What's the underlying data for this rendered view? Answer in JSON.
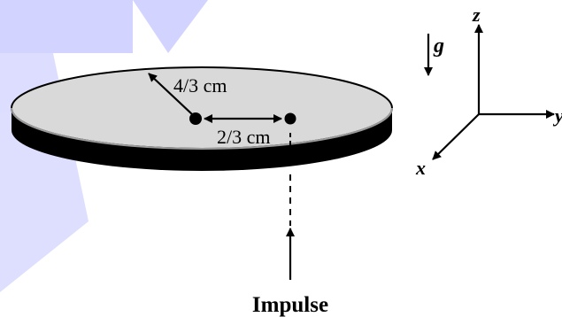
{
  "labels": {
    "radius": "4/3 cm",
    "offset": "2/3 cm",
    "impulse": "Impulse",
    "gravity": "g",
    "axis_z": "z",
    "axis_x": "x",
    "axis_y": "y"
  },
  "colors": {
    "disk_top": "#d9d9d9",
    "disk_edge": "#000000",
    "watermark": "#3b3bff"
  }
}
